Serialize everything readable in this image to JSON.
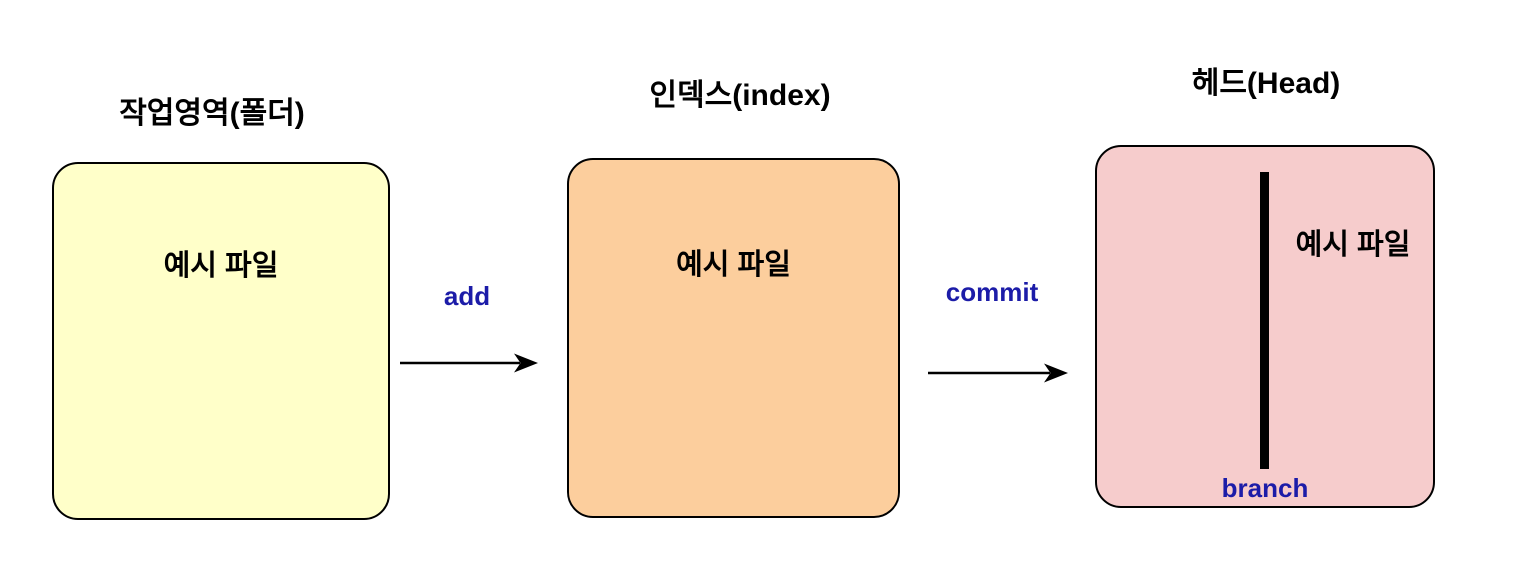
{
  "diagram": {
    "description": "Git staging flow diagram",
    "stages": [
      {
        "id": "working-area",
        "title": "작업영역(폴더)",
        "file_label": "예시 파일",
        "fill": "#FFFFC9"
      },
      {
        "id": "index",
        "title": "인덱스(index)",
        "file_label": "예시 파일",
        "fill": "#FCCE9D"
      },
      {
        "id": "head",
        "title": "헤드(Head)",
        "file_label": "예시 파일",
        "fill": "#F6CCCC",
        "branch_label": "branch"
      }
    ],
    "arrows": [
      {
        "label": "add"
      },
      {
        "label": "commit"
      }
    ],
    "colors": {
      "label_blue": "#1C1CA8",
      "line_black": "#000000",
      "border_black": "#000000",
      "background": "#FFFFFF"
    }
  }
}
